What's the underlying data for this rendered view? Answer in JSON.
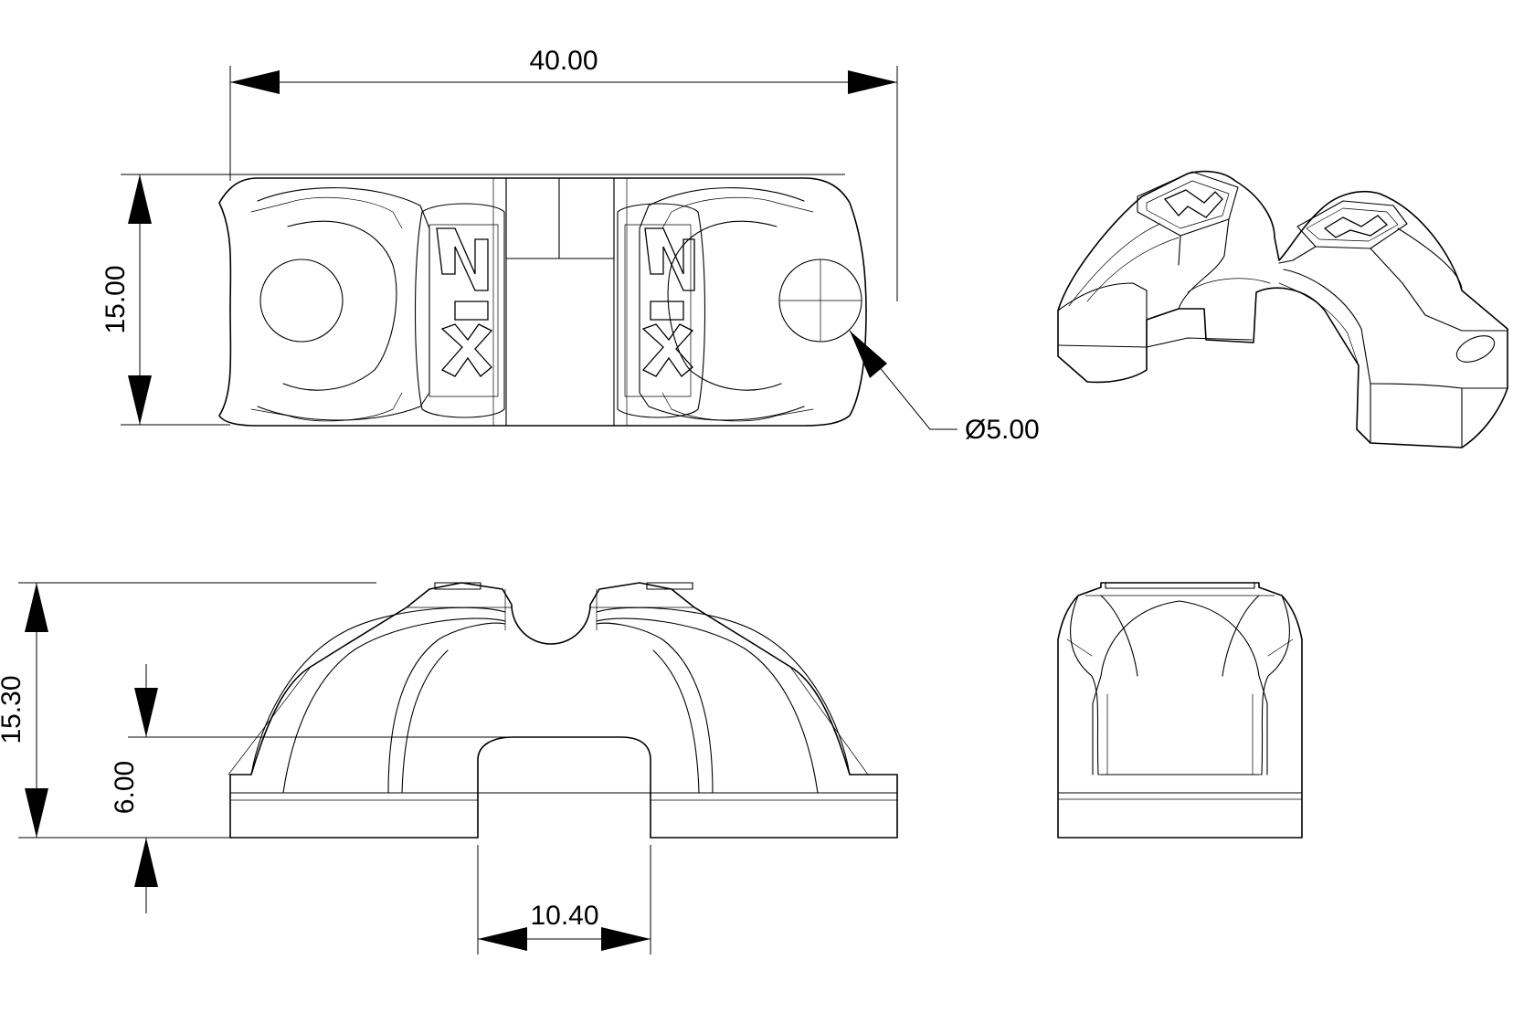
{
  "dimensions": {
    "overall_width": "40.00",
    "top_view_height": "15.00",
    "hole_diameter": "Ø5.00",
    "overall_height": "15.30",
    "slot_height": "6.00",
    "slot_width": "10.40"
  }
}
